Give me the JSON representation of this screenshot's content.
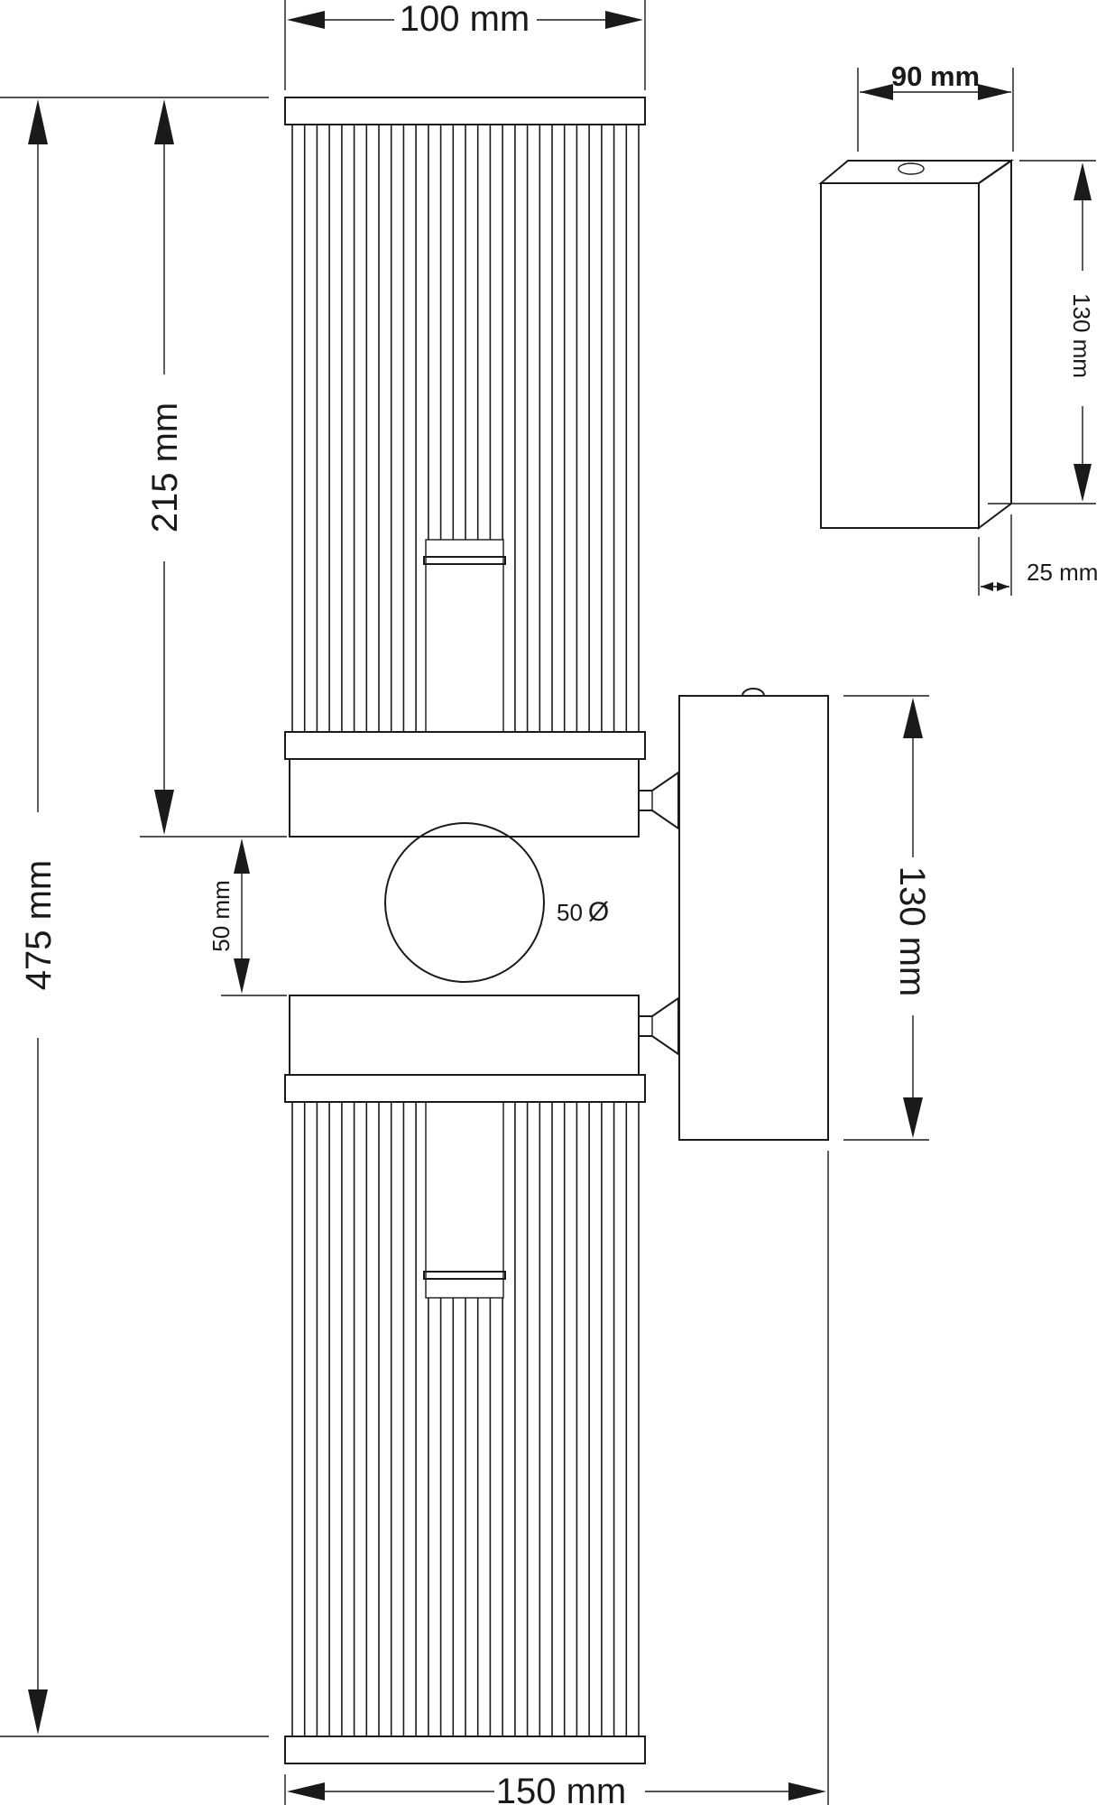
{
  "dimensions": {
    "top_width": "100 mm",
    "bottom_width": "150 mm",
    "total_height": "475 mm",
    "shade_height": "215 mm",
    "gap_height": "50 mm",
    "sphere_diameter": "50",
    "sphere_symbol": "Ø",
    "canopy_height": "130 mm",
    "detail_width": "90 mm",
    "detail_height": "130 mm",
    "detail_depth": "25 mm"
  }
}
